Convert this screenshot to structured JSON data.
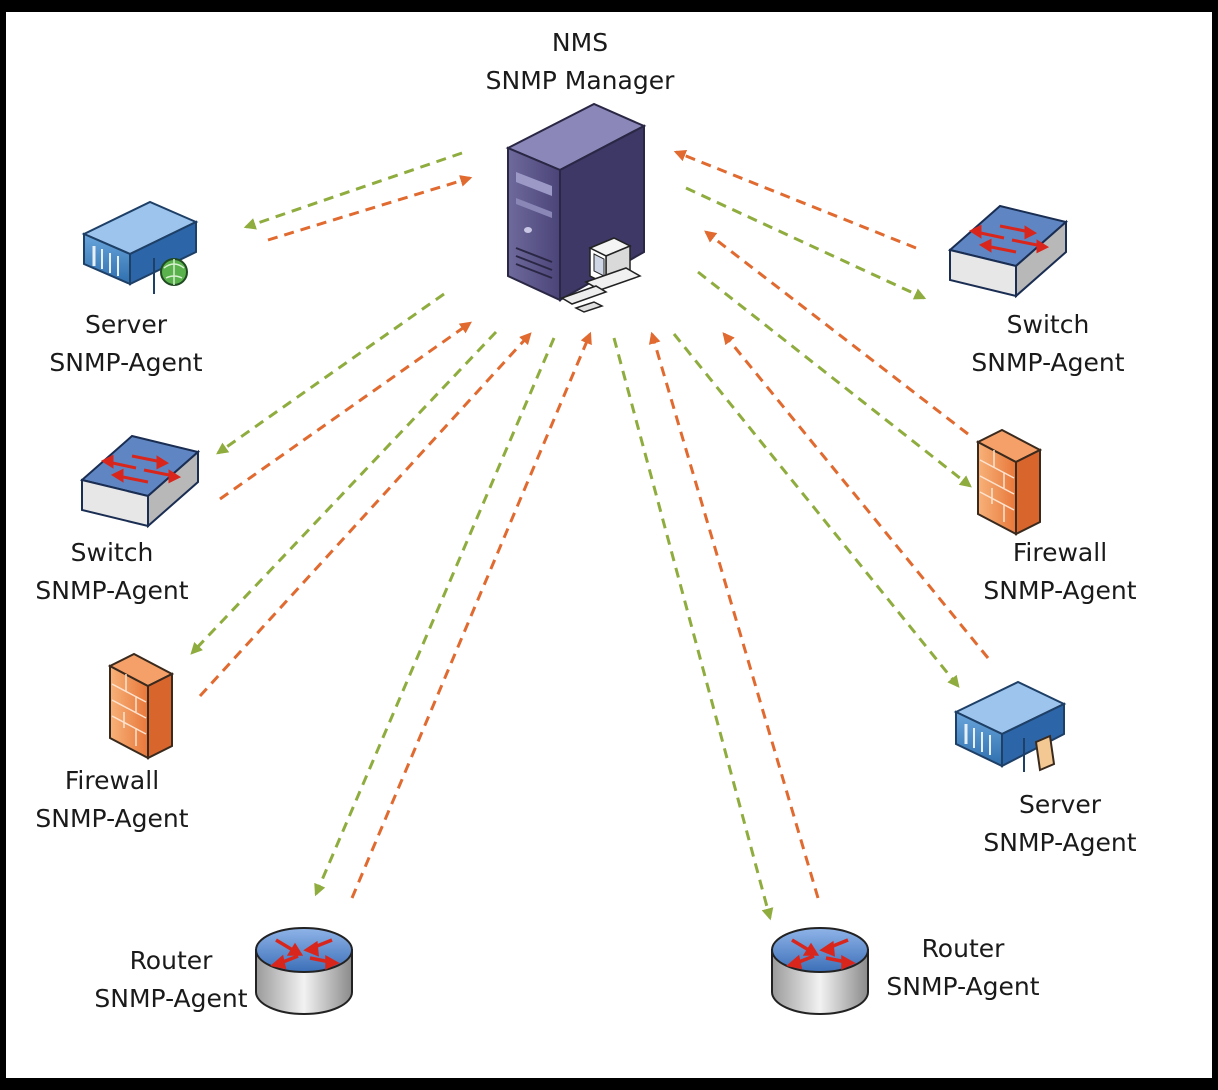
{
  "diagram": {
    "colors": {
      "background": "#ffffff",
      "frame": "#000000",
      "request_arrow": "#8fac3e",
      "response_arrow": "#e06a2f",
      "text": "#1a1a1a"
    },
    "manager": {
      "icon": "tower-server-icon",
      "line1": "NMS",
      "line2": "SNMP Manager"
    },
    "agents": [
      {
        "id": "server-left",
        "icon": "rack-server-globe-icon",
        "line1": "Server",
        "line2": "SNMP-Agent"
      },
      {
        "id": "switch-left",
        "icon": "switch-icon",
        "line1": "Switch",
        "line2": "SNMP-Agent"
      },
      {
        "id": "firewall-left",
        "icon": "firewall-icon",
        "line1": "Firewall",
        "line2": "SNMP-Agent"
      },
      {
        "id": "router-left",
        "icon": "router-icon",
        "line1": "Router",
        "line2": "SNMP-Agent"
      },
      {
        "id": "router-right",
        "icon": "router-icon",
        "line1": "Router",
        "line2": "SNMP-Agent"
      },
      {
        "id": "server-right",
        "icon": "rack-server-box-icon",
        "line1": "Server",
        "line2": "SNMP-Agent"
      },
      {
        "id": "firewall-right",
        "icon": "firewall-icon",
        "line1": "Firewall",
        "line2": "SNMP-Agent"
      },
      {
        "id": "switch-right",
        "icon": "switch-icon",
        "line1": "Switch",
        "line2": "SNMP-Agent"
      }
    ],
    "links": [
      {
        "agent": "server-left",
        "request": "manager-to-agent",
        "response": "agent-to-manager"
      },
      {
        "agent": "switch-left",
        "request": "manager-to-agent",
        "response": "agent-to-manager"
      },
      {
        "agent": "firewall-left",
        "request": "manager-to-agent",
        "response": "agent-to-manager"
      },
      {
        "agent": "router-left",
        "request": "manager-to-agent",
        "response": "agent-to-manager"
      },
      {
        "agent": "router-right",
        "request": "manager-to-agent",
        "response": "agent-to-manager"
      },
      {
        "agent": "server-right",
        "request": "manager-to-agent",
        "response": "agent-to-manager"
      },
      {
        "agent": "firewall-right",
        "request": "manager-to-agent",
        "response": "agent-to-manager"
      },
      {
        "agent": "switch-right",
        "request": "manager-to-agent",
        "response": "agent-to-manager"
      }
    ]
  }
}
